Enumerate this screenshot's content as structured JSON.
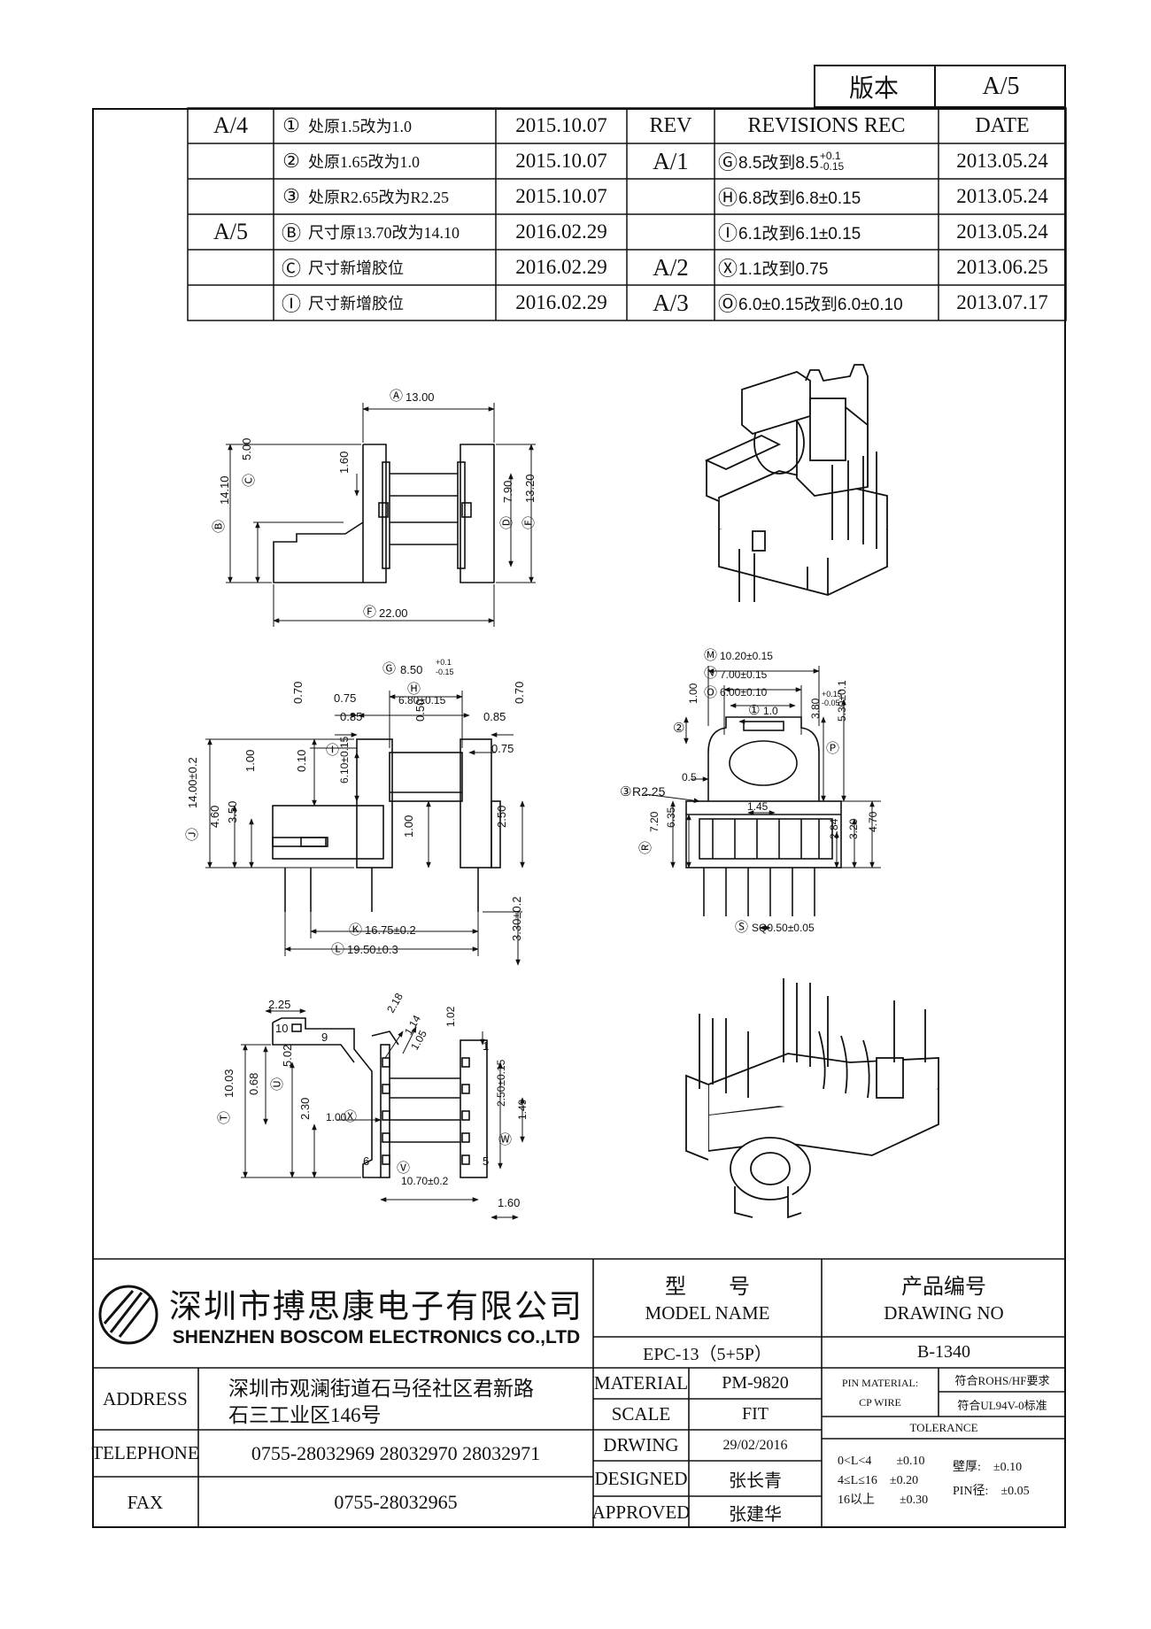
{
  "version_box": {
    "label": "版本",
    "value": "A/5"
  },
  "revisions_left": [
    {
      "rev": "A/4",
      "marker": "①",
      "text": "处原1.5改为1.0",
      "date": "2015.10.07"
    },
    {
      "rev": "",
      "marker": "②",
      "text": "处原1.65改为1.0",
      "date": "2015.10.07"
    },
    {
      "rev": "",
      "marker": "③",
      "text": "处原R2.65改为R2.25",
      "date": "2015.10.07"
    },
    {
      "rev": "A/5",
      "marker": "Ⓑ",
      "text": "尺寸原13.70改为14.10",
      "date": "2016.02.29"
    },
    {
      "rev": "",
      "marker": "Ⓒ",
      "text": "尺寸新增胶位",
      "date": "2016.02.29"
    },
    {
      "rev": "",
      "marker": "Ⓘ",
      "text": "尺寸新增胶位",
      "date": "2016.02.29"
    }
  ],
  "revisions_right_header": {
    "rev": "REV",
    "rec": "REVISIONS REC",
    "date": "DATE"
  },
  "revisions_right": [
    {
      "rev": "A/1",
      "marker": "Ⓖ",
      "text": "8.5改到8.5",
      "tol_up": "+0.1",
      "tol_dn": "-0.15",
      "date": "2013.05.24"
    },
    {
      "rev": "",
      "marker": "Ⓗ",
      "text": "6.8改到6.8±0.15",
      "date": "2013.05.24"
    },
    {
      "rev": "",
      "marker": "Ⓘ",
      "text": "6.1改到6.1±0.15",
      "date": "2013.05.24"
    },
    {
      "rev": "A/2",
      "marker": "Ⓧ",
      "text": "1.1改到0.75",
      "date": "2013.06.25"
    },
    {
      "rev": "A/3",
      "marker": "Ⓞ",
      "text": "6.0±0.15改到6.0±0.10",
      "date": "2013.07.17"
    }
  ],
  "dims": {
    "A": "13.00",
    "A_tag": "Ⓐ",
    "B": "14.10",
    "B_tag": "Ⓑ",
    "C": "5.00",
    "C_tag": "Ⓒ",
    "D": "7.90",
    "D_tag": "Ⓓ",
    "E": "13.20",
    "E_tag": "Ⓔ",
    "F": "22.00",
    "F_tag": "Ⓕ",
    "d160": "1.60",
    "G": "8.50",
    "G_up": "+0.1",
    "G_dn": "-0.15",
    "G_tag": "Ⓖ",
    "H": "6.80±0.15",
    "H_tag": "Ⓗ",
    "d070a": "0.70",
    "d075a": "0.75",
    "d085a": "0.85",
    "d050a": "0.50",
    "d085b": "0.85",
    "d070b": "0.70",
    "d075b": "0.75",
    "I_tag": "Ⓘ",
    "d100a": "1.00",
    "d010": "0.10",
    "I": "6.10±0.15",
    "J": "14.00±0.2",
    "J_tag": "Ⓙ",
    "d460": "4.60",
    "d350": "3.50",
    "d100b": "1.00",
    "d250a": "2.50",
    "K": "16.75±0.2",
    "K_tag": "Ⓚ",
    "L": "19.50±0.3",
    "L_tag": "Ⓛ",
    "d330": "3.30±0.2",
    "M": "10.20±0.15",
    "M_tag": "Ⓜ",
    "N": "7.00±0.15",
    "N_tag": "Ⓝ",
    "O": "6.00±0.10",
    "O_tag": "Ⓞ",
    "c1": "①",
    "d10c": "1.0",
    "c2": "②",
    "d100c": "1.00",
    "d05": "0.5",
    "c3": "③",
    "r225": "R2.25",
    "d145": "1.45",
    "P": "3.80",
    "P_up": "+0.15",
    "P_dn": "-0.05",
    "P_tag": "Ⓟ",
    "d530": "5.30±0.1",
    "R": "7.20",
    "R_tag": "Ⓡ",
    "d635": "6.35",
    "d284": "2.84",
    "d320": "3.20",
    "d470": "4.70",
    "S": "SQ0.50±0.05",
    "S_tag": "Ⓢ",
    "d225": "2.25",
    "d218": "2.18",
    "d114": "1.14",
    "d105": "1.05",
    "d102": "1.02",
    "p10": "10",
    "p9": "9",
    "p6": "6",
    "p5": "5",
    "p1": "1",
    "T": "10.03",
    "T_tag": "Ⓣ",
    "d068": "0.68",
    "U": "5.02",
    "U_tag": "Ⓤ",
    "d230": "2.30",
    "X": "1.00",
    "X_tag": "Ⓧ",
    "V_tag": "Ⓥ",
    "V": "10.70±0.2",
    "d250b": "2.50±0.15",
    "W_tag": "Ⓦ",
    "d149": "1.49",
    "d160b": "1.60"
  },
  "title_block": {
    "company_cn": "深圳市搏思康电子有限公司",
    "company_en": "SHENZHEN BOSCOM ELECTRONICS CO.,LTD",
    "address_label": "ADDRESS",
    "address_line1": "深圳市观澜街道石马径社区君新路",
    "address_line2": "石三工业区146号",
    "telephone_label": "TELEPHONE",
    "telephone": "0755-28032969 28032970 28032971",
    "fax_label": "FAX",
    "fax": "0755-28032965",
    "model_cn": "型　　号",
    "model_en": "MODEL NAME",
    "model_value": "EPC-13（5+5P）",
    "drawing_cn": "产品编号",
    "drawing_en": "DRAWING NO",
    "drawing_value": "B-1340",
    "material_label": "MATERIAL",
    "material_value": "PM-9820",
    "scale_label": "SCALE",
    "scale_value": "FIT",
    "drwing_label": "DRWING",
    "drwing_value": "29/02/2016",
    "designed_label": "DESIGNED",
    "designed_value": "张长青",
    "approved_label": "APPROVED",
    "approved_value": "张建华",
    "pin_material_label": "PIN MATERIAL:",
    "cp_wire": "CP WIRE",
    "rohs": "符合ROHS/HF要求",
    "ul94": "符合UL94V-0标准",
    "tolerance_label": "TOLERANCE",
    "tol1": "0<L<4　　±0.10",
    "tol2": "4≤L≤16　±0.20",
    "tol3": "16以上　　±0.30",
    "wall": "壁厚:　±0.10",
    "pin_dia": "PIN径:　±0.05"
  }
}
